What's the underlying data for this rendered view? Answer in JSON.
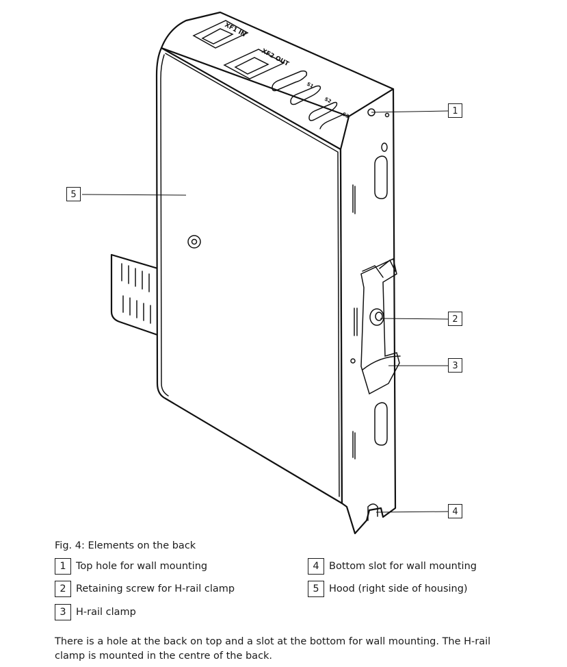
{
  "figure": {
    "device_labels": {
      "port_in": "XF1 IN",
      "port_out": "XF2 OUT",
      "slot_labels": [
        "S1",
        "S2",
        "S3"
      ]
    },
    "callouts": [
      "1",
      "2",
      "3",
      "4",
      "5"
    ]
  },
  "caption": "Fig. 4: Elements on the back",
  "legend": [
    {
      "num": "1",
      "text": "Top hole for wall mounting"
    },
    {
      "num": "2",
      "text": "Retaining screw for H-rail clamp"
    },
    {
      "num": "3",
      "text": "H-rail clamp"
    },
    {
      "num": "4",
      "text": "Bottom slot for wall mounting"
    },
    {
      "num": "5",
      "text": "Hood (right side of housing)"
    }
  ],
  "description": "There is a hole at the back on top and a slot at the bottom for wall mounting. The H-rail clamp is mounted in the centre of the back."
}
